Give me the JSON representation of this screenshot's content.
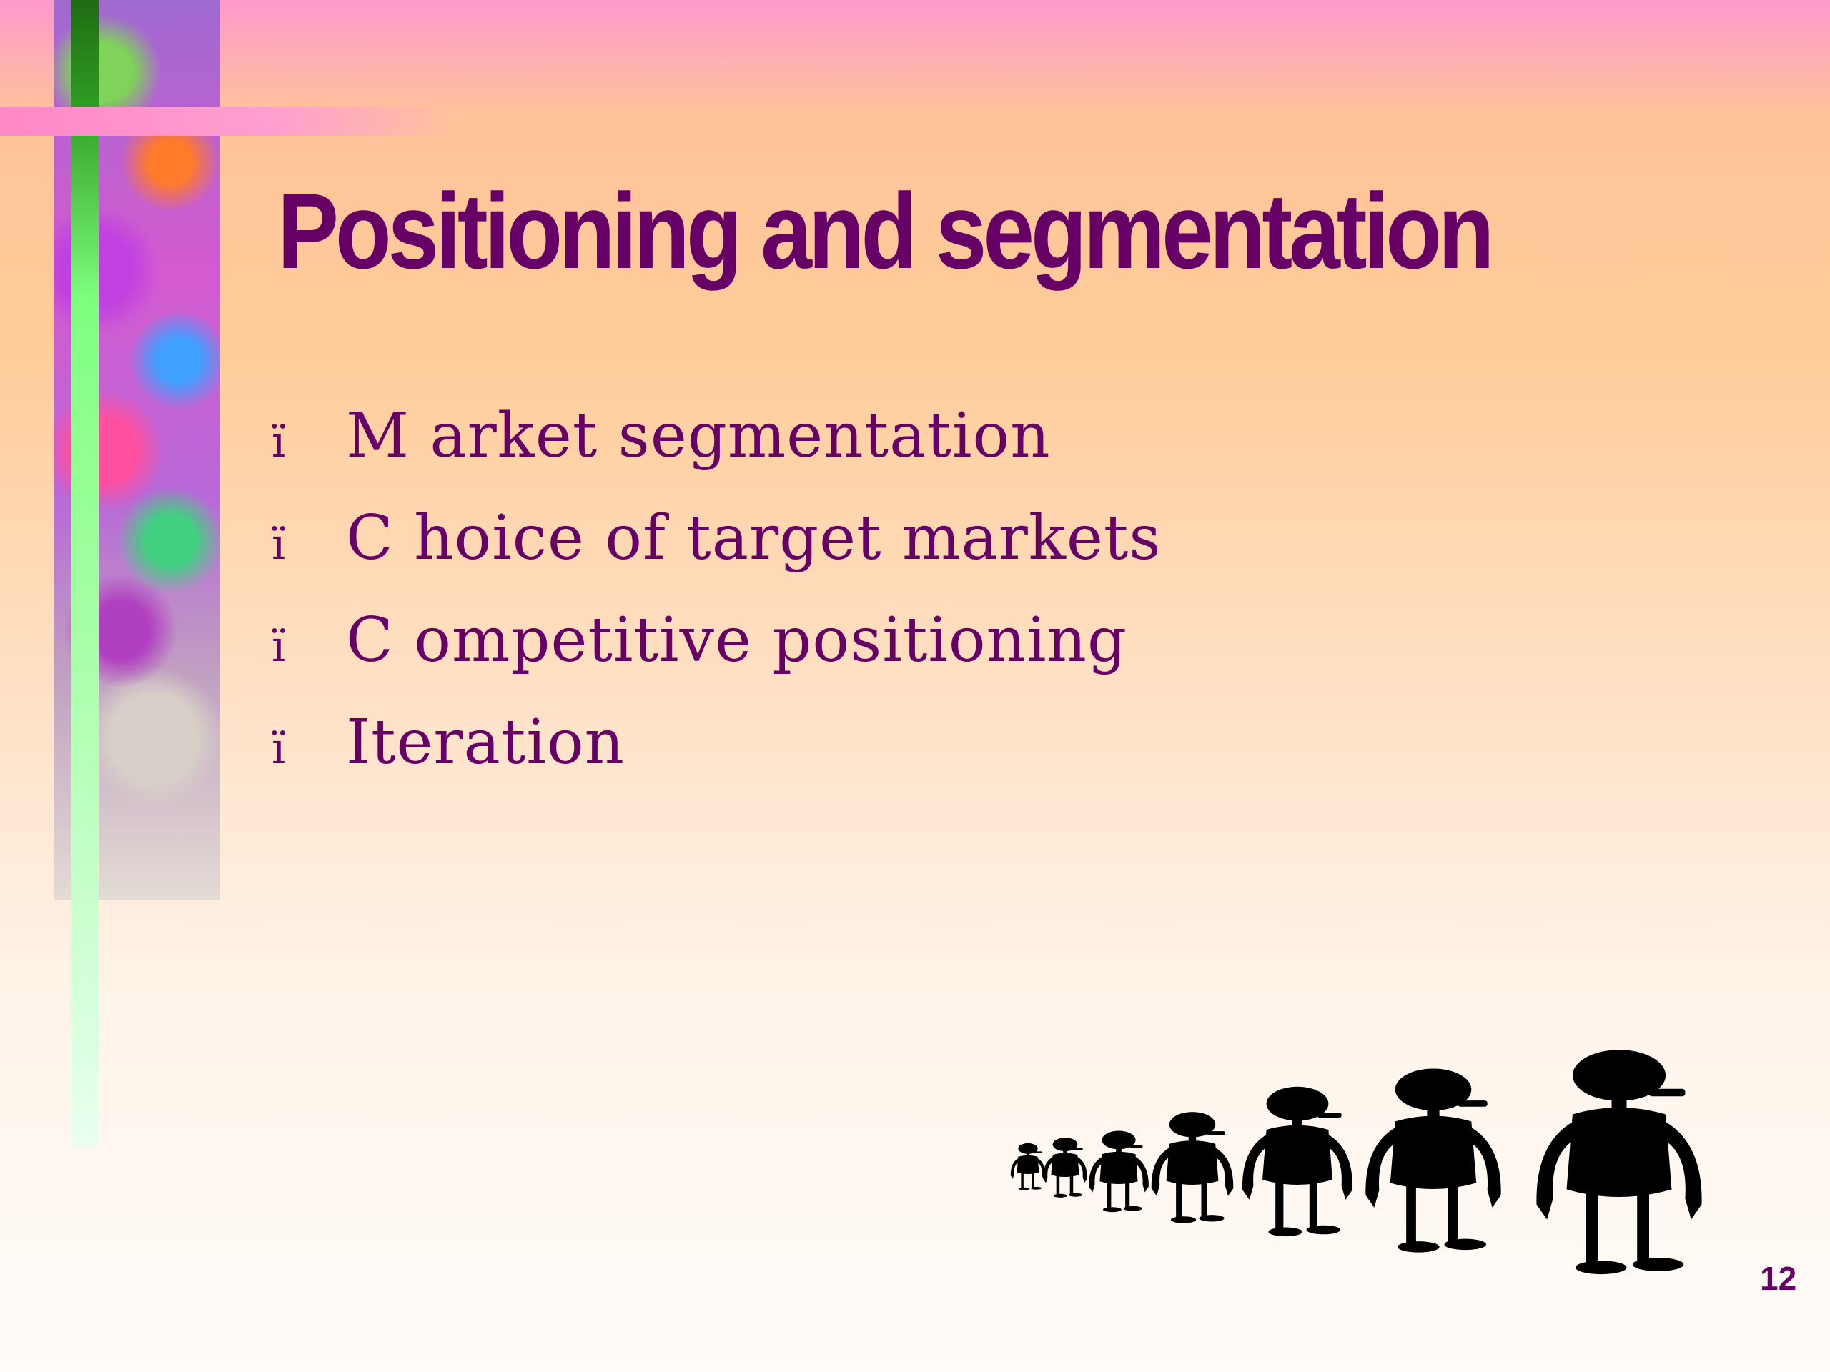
{
  "slide": {
    "title": "Positioning and segmentation",
    "bullet_marker": "ï",
    "bullets": [
      "M arket segmentation",
      "C hoice of target markets",
      "C ompetitive positioning",
      "Iteration"
    ],
    "page_number": "12"
  },
  "colors": {
    "title": "#660066",
    "text": "#660066",
    "top_band": "#ff99cc",
    "background": "#ffcc99",
    "figures": "#000000"
  },
  "decorations": {
    "left_strip": "colorful-textured-strip",
    "green_bar": "vertical-green-bar",
    "pink_bar": "horizontal-pink-bar",
    "figures": "row-of-growing-cartoon-figures"
  }
}
